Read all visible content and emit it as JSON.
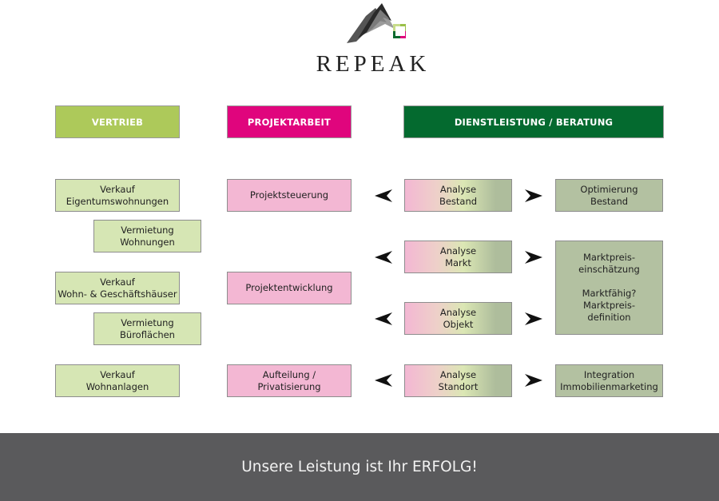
{
  "logo": {
    "text": "REPEAK",
    "icon": "mountain-square-logo-icon"
  },
  "colors": {
    "vertrieb": "#adc95a",
    "projektarbeit": "#e0057d",
    "dienstleistung": "#046a2f",
    "footer": "#5a5a5c"
  },
  "headers": {
    "vertrieb": "VERTRIEB",
    "projektarbeit": "PROJEKTARBEIT",
    "dienstleistung": "DIENSTLEISTUNG / BERATUNG"
  },
  "vertrieb": [
    "Verkauf\nEigentumswohnungen",
    "Vermietung\nWohnungen",
    "Verkauf\nWohn- & Geschäftshäuser",
    "Vermietung\nBüroflächen",
    "Verkauf\nWohnanlagen"
  ],
  "projektarbeit": [
    "Projektsteuerung",
    "Projektentwicklung",
    "Aufteilung /\nPrivatisierung"
  ],
  "analyse": [
    "Analyse\nBestand",
    "Analyse\nMarkt",
    "Analyse\nObjekt",
    "Analyse\nStandort"
  ],
  "ergebnisse": [
    "Optimierung\nBestand",
    "Marktpreis-\neinschätzung\n\nMarktfähig?\nMarktpreis-\ndefinition",
    "Integration\nImmobilienmarketing"
  ],
  "footer": {
    "slogan": "Unsere Leistung ist Ihr ERFOLG!"
  }
}
